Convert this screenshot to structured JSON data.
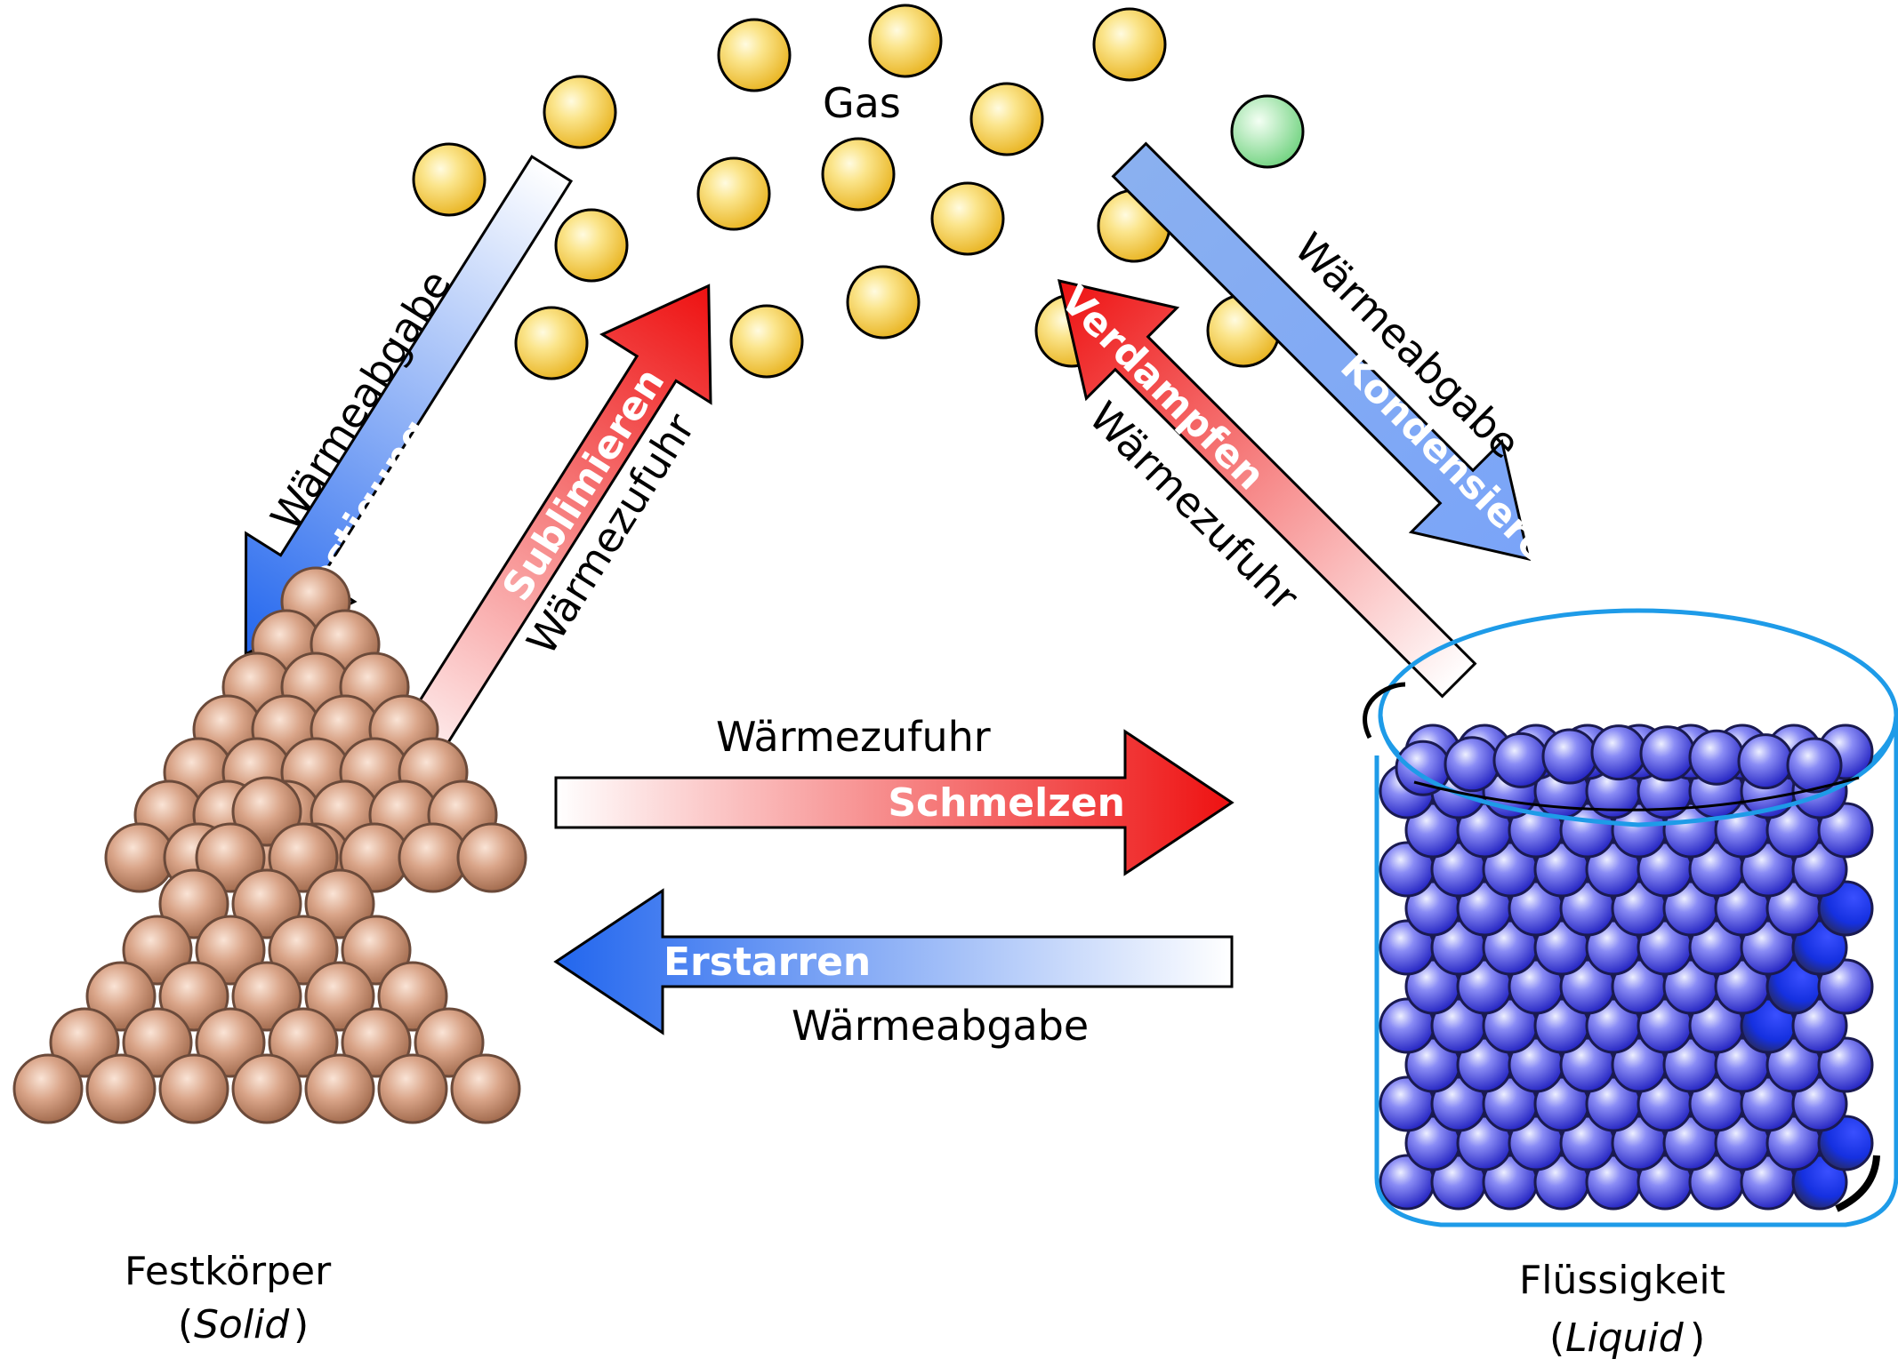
{
  "labels": {
    "gas": "Gas",
    "solid_name": "Festkörper",
    "solid_sub": "Solid",
    "liquid_name": "Flüssigkeit",
    "liquid_sub": "Liquid"
  },
  "transitions": {
    "schmelzen": {
      "name": "Schmelzen",
      "heat": "Wärmezufuhr"
    },
    "erstarren": {
      "name": "Erstarren",
      "heat": "Wärmeabgabe"
    },
    "sublimieren": {
      "name": "Sublimieren",
      "heat": "Wärmezufuhr"
    },
    "verfestigung": {
      "name": "Verfestigung",
      "heat": "Wärmeabgabe"
    },
    "verdampfen": {
      "name": "Verdampfen",
      "heat": "Wärmezufuhr"
    },
    "kondensieren": {
      "name": "Kondensieren",
      "heat": "Wärmeabgabe"
    }
  },
  "colors": {
    "heat_supply": "#ee1111",
    "heat_release": "#2266ee",
    "gas_particle": "#f5cc3a",
    "gas_particle_odd": "#8fe09a",
    "solid_particle": "#c98c6e",
    "liquid_particle": "#3f3fe0",
    "beaker": "#1e9be8"
  },
  "icons": {
    "solid": "particle-pyramid",
    "liquid": "beaker-with-particles",
    "gas": "scattered-particles"
  }
}
